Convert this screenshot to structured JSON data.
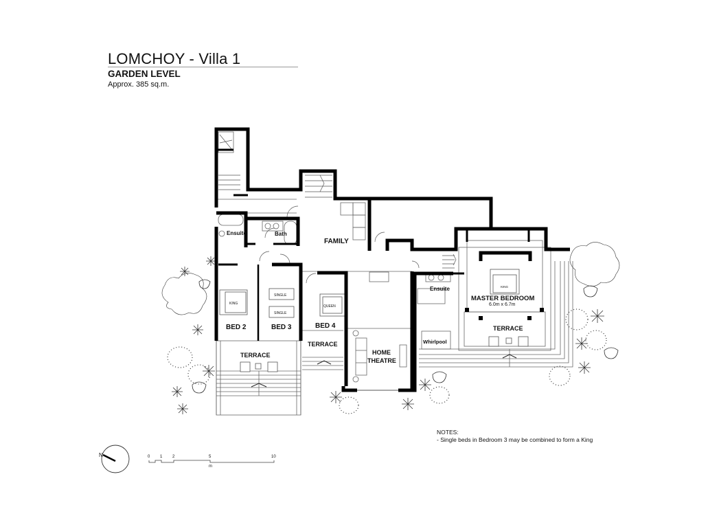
{
  "header": {
    "title": "LOMCHOY - Villa 1",
    "level": "GARDEN LEVEL",
    "area": "Approx. 385 sq.m."
  },
  "rooms": {
    "ensuite_left": "Ensuite",
    "bath": "Bath",
    "family": "FAMILY",
    "bed2": "BED 2",
    "bed2_bed": "KING",
    "bed3": "BED 3",
    "bed3_bed_a": "SINGLE",
    "bed3_bed_b": "SINGLE",
    "bed4": "BED 4",
    "bed4_bed": "QUEEN",
    "terrace_bed23": "TERRACE",
    "terrace_bed4": "TERRACE",
    "home_theatre_line1": "HOME",
    "home_theatre_line2": "THEATRE",
    "ensuite_master": "Ensuite",
    "whirlpool": "Whirlpool",
    "master_bedroom": "MASTER BEDROOM",
    "master_dims": "6.0m x 6.7m",
    "master_bed": "KING",
    "terrace_master": "TERRACE"
  },
  "notes": {
    "heading": "NOTES:",
    "items": [
      "- Single beds in Bedroom 3 may be combined to form a King"
    ]
  },
  "north_arrow": {
    "label": "N"
  },
  "scale_bar": {
    "ticks": [
      "0",
      "1",
      "2",
      "5",
      "10"
    ],
    "unit": "m"
  }
}
